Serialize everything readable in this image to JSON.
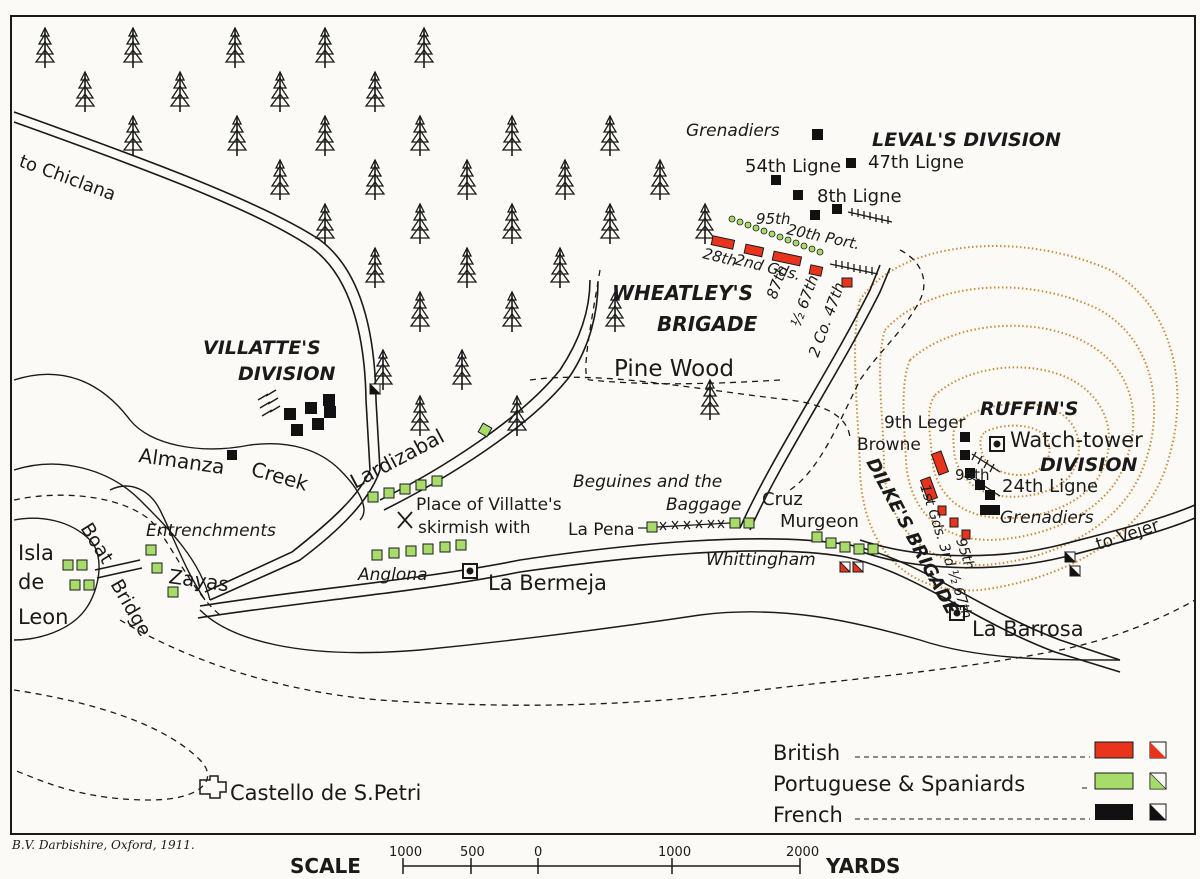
{
  "colors": {
    "british": "#e8341c",
    "allied": "#a8dc6a",
    "french": "#111111",
    "hill": "#cc8a3a",
    "ink": "#1a1a1a",
    "paper": "#fbfaf6"
  },
  "credit": "B.V. Darbishire, Oxford, 1911.",
  "places": {
    "to_chiclana": "to Chiclana",
    "almanza_creek_1": "Almanza",
    "almanza_creek_2": "Creek",
    "isla_1": "Isla",
    "isla_2": "de",
    "isla_3": "Leon",
    "boat": "Boat",
    "bridge": "Bridge",
    "entrenchments": "Entrenchments",
    "zayas": "Zayas",
    "lardizabal": "Lardizabal",
    "villatte_note_1": "Place of Villatte's",
    "villatte_note_2": "skirmish with",
    "la_pena": "La Pena",
    "beguines_1": "Beguines and the",
    "beguines_2": "Baggage",
    "cruz": "Cruz",
    "murgeon": "Murgeon",
    "whittingham": "Whittingham",
    "anglona": "Anglona",
    "la_bermeja": "La Bermeja",
    "la_barrosa": "La Barrosa",
    "to_vejer": "to Vejer",
    "pine_wood": "Pine Wood",
    "watch_tower": "Watch-tower",
    "castello": "Castello de S.Petri"
  },
  "divisions": {
    "villatte_1": "VILLATTE'S",
    "villatte_2": "DIVISION",
    "leval": "LEVAL'S DIVISION",
    "wheatley_1": "WHEATLEY'S",
    "wheatley_2": "BRIGADE",
    "ruffin_1": "RUFFIN'S",
    "ruffin_2": "DIVISION",
    "dilke": "DILKE'S BRIGADE"
  },
  "units": {
    "grenadiers_leval": "Grenadiers",
    "ligne_54": "54th Ligne",
    "ligne_47": "47th Ligne",
    "ligne_8": "8th Ligne",
    "r95": "95th",
    "port20": "20th Port.",
    "r28": "28th",
    "gds2": "2nd Gds.",
    "r87": "87th",
    "half67": "½ 67th",
    "co47": "2 Co. 47th",
    "leger9": "9th Leger",
    "browne": "Browne",
    "r96": "96th",
    "ligne_24": "24th Ligne",
    "grenadiers_ruffin": "Grenadiers",
    "dilke_units": "1st Gds. 3rd ½ 67th",
    "r95b": "95th"
  },
  "legend": {
    "items": [
      {
        "label": "British",
        "color": "#e8341c"
      },
      {
        "label": "Portuguese & Spaniards",
        "color": "#a8dc6a"
      },
      {
        "label": "French",
        "color": "#111111"
      }
    ]
  },
  "scale": {
    "title": "SCALE",
    "unit": "YARDS",
    "ticks": [
      "1000",
      "500",
      "0",
      "1000",
      "2000"
    ]
  }
}
